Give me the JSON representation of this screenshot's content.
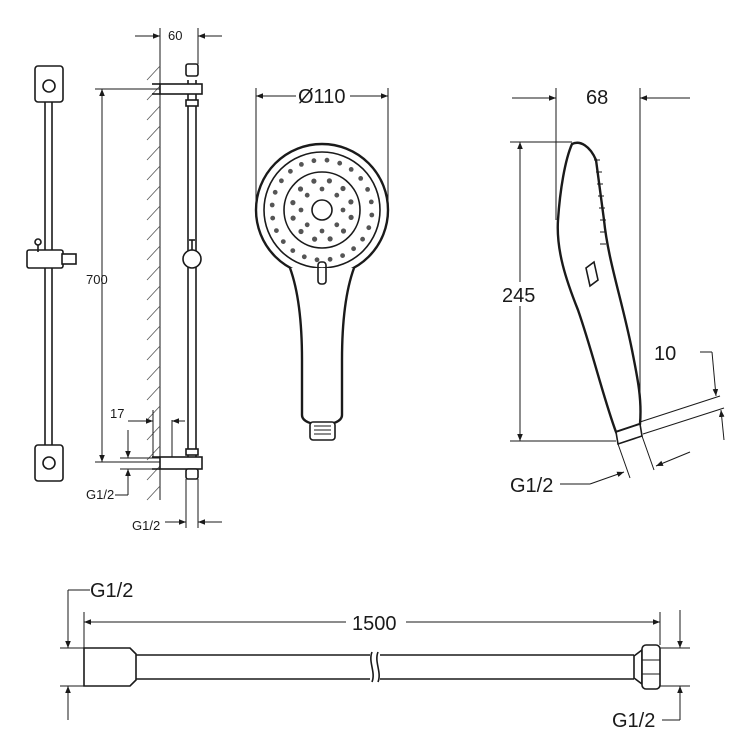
{
  "drawing": {
    "rail": {
      "width_label": "60",
      "height_label": "700",
      "offset_label": "17",
      "thread_label_left": "G1/2",
      "thread_label_bottom": "G1/2"
    },
    "handset_front": {
      "diameter_label": "Ø110"
    },
    "handset_side": {
      "depth_label": "68",
      "length_label": "245",
      "thread_dim_label": "10",
      "thread_label": "G1/2"
    },
    "hose": {
      "length_label": "1500",
      "thread_label_left": "G1/2",
      "thread_label_right": "G1/2"
    }
  }
}
